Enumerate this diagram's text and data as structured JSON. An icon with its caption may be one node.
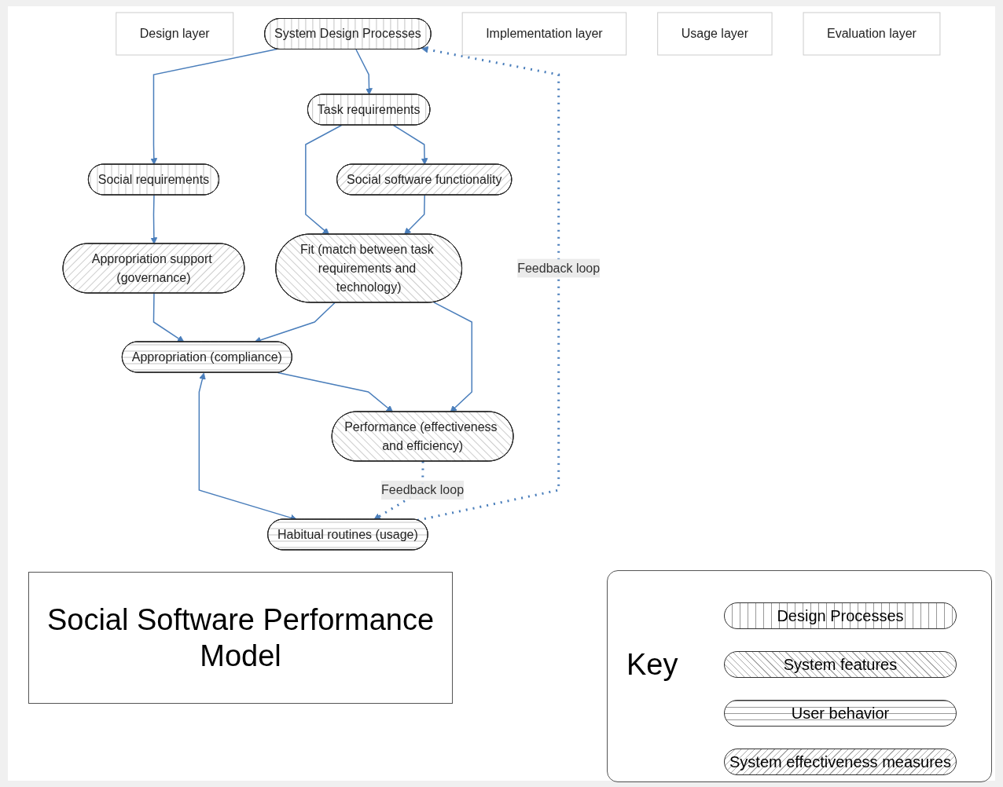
{
  "diagram": {
    "title": "Social Software Performance Model",
    "nodes": [
      {
        "text": [
          "Design layer"
        ]
      },
      {
        "text": [
          "System Design Processes"
        ]
      },
      {
        "text": [
          "Task requirements"
        ]
      },
      {
        "text": [
          "Social requirements"
        ]
      },
      {
        "text": [
          "Implementation layer"
        ]
      },
      {
        "text": [
          "Social software functionality"
        ]
      },
      {
        "text": [
          "Appropriation support (governance)"
        ]
      },
      {
        "text": [
          "Usage layer"
        ]
      },
      {
        "text": [
          "Appropriation (compliance)"
        ]
      },
      {
        "text": [
          "Habitual routines (usage)"
        ]
      },
      {
        "text": [
          "Evaluation layer"
        ]
      },
      {
        "text": [
          "Fit (match between task requirements and technology)"
        ]
      },
      {
        "text": [
          "Performance (effectiveness and efficiency)"
        ]
      }
    ],
    "edges": [
      {
        "from": 1,
        "to": 2,
        "arrow": "to"
      },
      {
        "from": 1,
        "to": 3,
        "arrow": "to"
      },
      {
        "from": 2,
        "to": 5,
        "arrow": "to"
      },
      {
        "from": 2,
        "to": 11,
        "arrow": "to"
      },
      {
        "from": 3,
        "to": 6,
        "arrow": "to"
      },
      {
        "from": 5,
        "to": 11,
        "arrow": "to"
      },
      {
        "from": 6,
        "to": 8,
        "arrow": "to"
      },
      {
        "from": 11,
        "to": 8,
        "arrow": "to"
      },
      {
        "from": 8,
        "to": 9,
        "arrow": "both"
      },
      {
        "from": 8,
        "to": 12,
        "arrow": "to"
      },
      {
        "from": 11,
        "to": 12,
        "arrow": "to"
      },
      {
        "from": 12,
        "to": 9,
        "arrow": "to",
        "label": "Feedback loop",
        "style": "dashed"
      },
      {
        "from": 9,
        "to": 1,
        "arrow": "to",
        "label": "Feedback loop",
        "style": "dashed"
      }
    ],
    "labels": [
      "Key"
    ],
    "legend": [
      {
        "text": "Design Processes"
      },
      {
        "text": "System features"
      },
      {
        "text": "User behavior"
      },
      {
        "text": "System effectiveness measures"
      }
    ]
  }
}
